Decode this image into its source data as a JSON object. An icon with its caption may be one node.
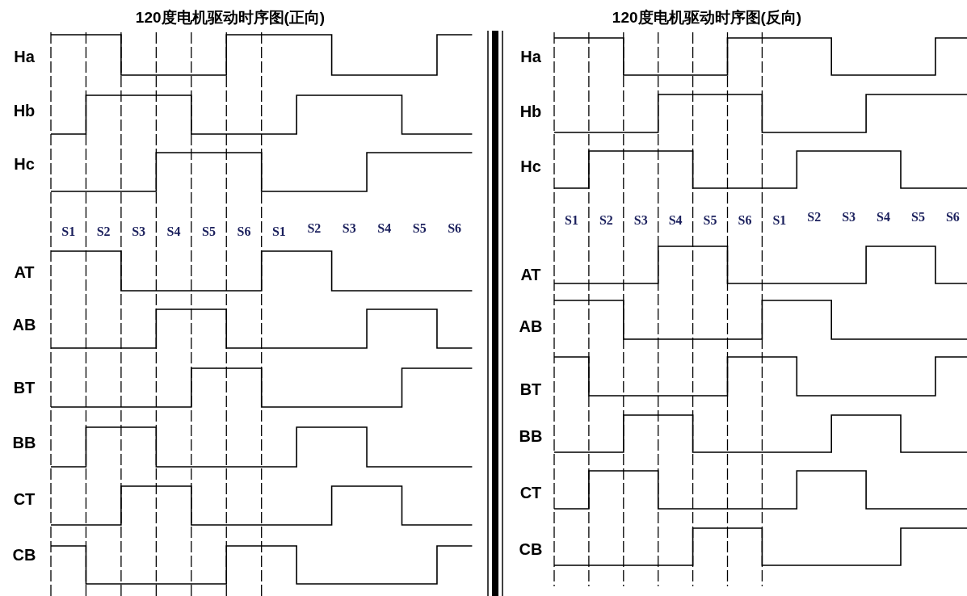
{
  "diagram": {
    "labels": [
      "120度电机驱动时序图(正向)",
      "Ha",
      "Hb",
      "Hc",
      "S1",
      "S2",
      "S3",
      "S4",
      "S5",
      "S6",
      "S1",
      "S2",
      "S3",
      "S4",
      "S5",
      "S6",
      "AT",
      "AB",
      "BT",
      "BB",
      "CT",
      "CB",
      "120度电机驱动时序图(反向)",
      "Ha",
      "Hb",
      "Hc",
      "S1",
      "S2",
      "S3",
      "S4",
      "S5",
      "S6",
      "S1",
      "S2",
      "S3",
      "S4",
      "S5",
      "S6",
      "AT",
      "AB",
      "BT",
      "BB",
      "CT",
      "CB"
    ]
  }
}
